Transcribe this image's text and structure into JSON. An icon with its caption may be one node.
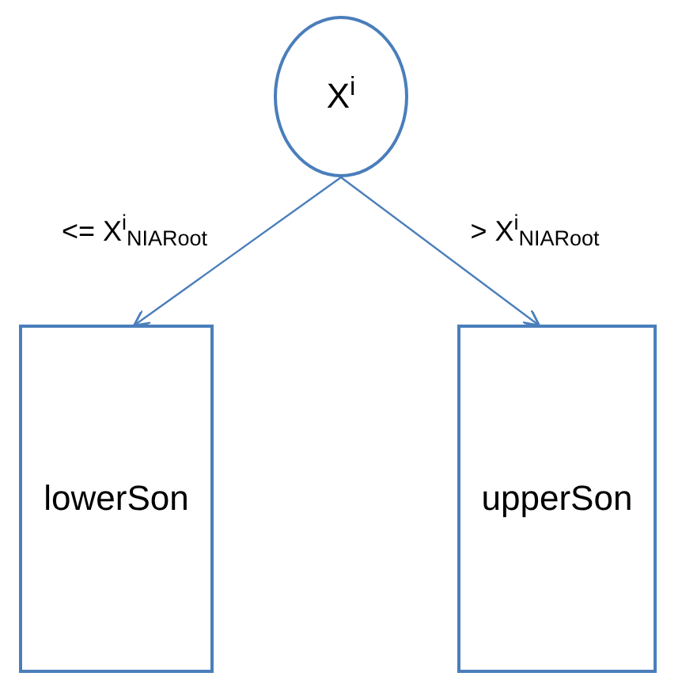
{
  "diagram": {
    "nodes": [
      {
        "text": [
          "X$^{i}$"
        ]
      },
      {
        "text": [
          "lowerSon"
        ]
      },
      {
        "text": [
          "upperSon"
        ]
      }
    ],
    "edges": [
      {
        "from": 0,
        "to": 1,
        "arrow": "to",
        "label": "<= X$^{i}$$_{NIARoot}$"
      },
      {
        "from": 0,
        "to": 2,
        "arrow": "to",
        "label": "> X$^{i}$$_{NIARoot}$"
      }
    ]
  }
}
